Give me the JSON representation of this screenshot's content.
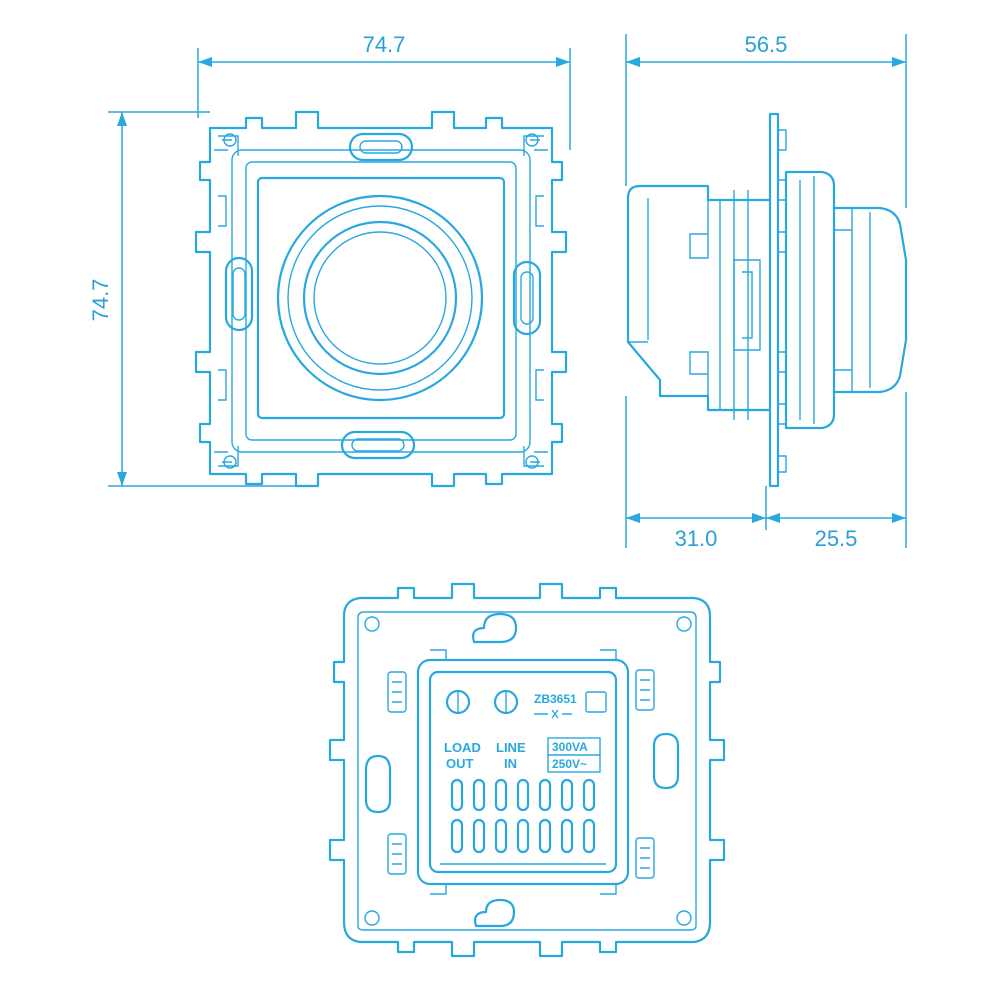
{
  "dimensions": {
    "front_width": "74.7",
    "front_height": "74.7",
    "side_depth": "56.5",
    "side_rear": "31.0",
    "side_front": "25.5"
  },
  "rear_labels": {
    "model": "ZB3651",
    "load_line1": "LOAD",
    "load_line2": "OUT",
    "line_line1": "LINE",
    "line_line2": "IN",
    "rating_power": "300VA",
    "rating_voltage": "250V~"
  },
  "colors": {
    "stroke": "#29a8e0",
    "background": "#ffffff"
  }
}
